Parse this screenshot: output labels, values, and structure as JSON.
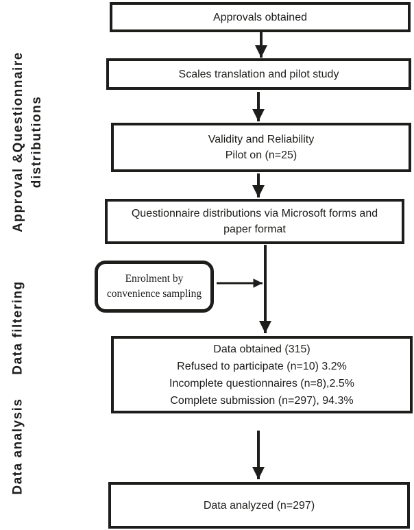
{
  "colors": {
    "ink": "#1d1d1b",
    "background": "#ffffff"
  },
  "sections": {
    "approval_questionnaire": {
      "line1": "Approval &Questionnaire",
      "line2": "distributions"
    },
    "data_filtering": "Data filtering",
    "data_analysis": "Data analysis"
  },
  "flow": {
    "approvals": {
      "label": "Approvals obtained"
    },
    "scales_pilot": {
      "label": "Scales translation and pilot study"
    },
    "validity": {
      "line1": "Validity and Reliability",
      "line2": "Pilot on (n=25)"
    },
    "distribution": {
      "line1": "Questionnaire distributions via Microsoft forms and",
      "line2": "paper format"
    },
    "enrolment": {
      "line1": "Enrolment by",
      "line2": "convenience sampling"
    },
    "data_obtained": {
      "lines": [
        "Data obtained (315)",
        "Refused to participate (n=10) 3.2%",
        "Incomplete questionnaires (n=8),2.5%",
        "Complete submission (n=297), 94.3%"
      ]
    },
    "data_analyzed": {
      "label": "Data analyzed (n=297)"
    }
  }
}
